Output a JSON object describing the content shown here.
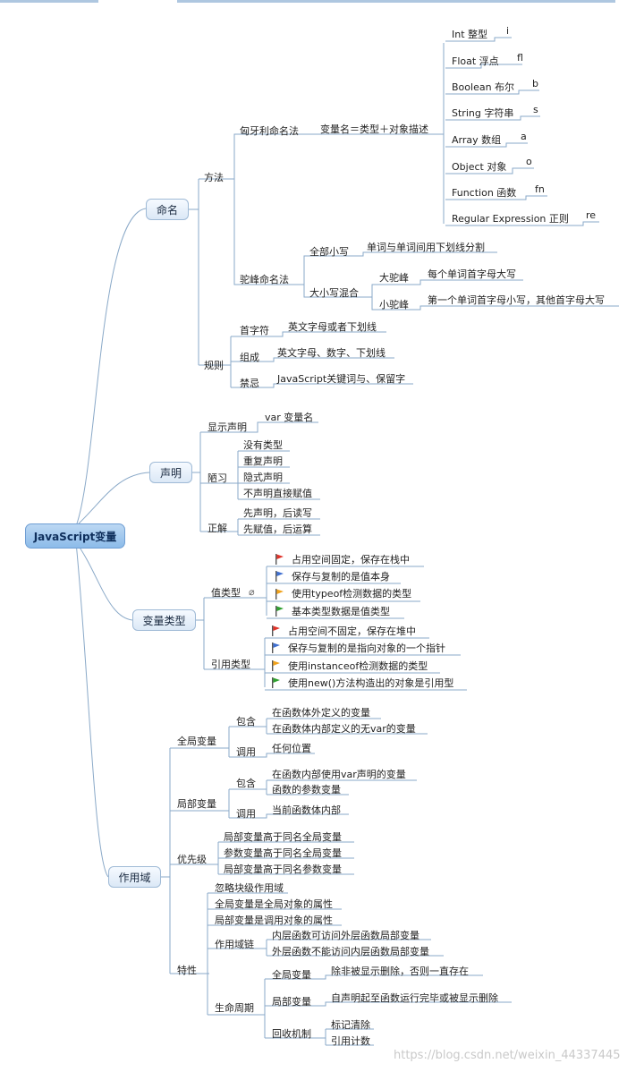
{
  "root": "JavaScript变量",
  "naming": {
    "label": "命名",
    "method": "方法",
    "hungarian": "匈牙利命名法",
    "var_formula": "变量名＝类型＋对象描述",
    "types": [
      {
        "name": "Int 整型",
        "abbr": "i"
      },
      {
        "name": "Float 浮点",
        "abbr": "fl"
      },
      {
        "name": "Boolean 布尔",
        "abbr": "b"
      },
      {
        "name": "String 字符串",
        "abbr": "s"
      },
      {
        "name": "Array 数组",
        "abbr": "a"
      },
      {
        "name": "Object 对象",
        "abbr": "o"
      },
      {
        "name": "Function 函数",
        "abbr": "fn"
      },
      {
        "name": "Regular Expression 正则",
        "abbr": "re"
      }
    ],
    "camel": "驼峰命名法",
    "lowercase": "全部小写",
    "lowercase_desc": "单词与单词间用下划线分割",
    "mixed": "大小写混合",
    "upper_camel": "大驼峰",
    "upper_camel_desc": "每个单词首字母大写",
    "lower_camel": "小驼峰",
    "lower_camel_desc": "第一个单词首字母小写，其他首字母大写",
    "rules": "规则",
    "first_char": "首字符",
    "first_char_desc": "英文字母或者下划线",
    "compose": "组成",
    "compose_desc": "英文字母、数字、下划线",
    "forbid": "禁忌",
    "forbid_desc": "JavaScript关键词与、保留字"
  },
  "declare": {
    "label": "声明",
    "explicit": "显示声明",
    "explicit_desc": "var 变量名",
    "bad": "陋习",
    "bad_items": [
      "没有类型",
      "重复声明",
      "隐式声明",
      "不声明直接赋值"
    ],
    "good": "正解",
    "good_items": [
      "先声明，后读写",
      "先赋值，后运算"
    ]
  },
  "vtype": {
    "label": "变量类型",
    "value": "值类型",
    "value_items": [
      "占用空间固定，保存在栈中",
      "保存与复制的是值本身",
      "使用typeof检测数据的类型",
      "基本类型数据是值类型"
    ],
    "ref": "引用类型",
    "ref_items": [
      "占用空间不固定，保存在堆中",
      "保存与复制的是指向对象的一个指针",
      "使用instanceof检测数据的类型",
      "使用new()方法构造出的对象是引用型"
    ],
    "flag_colors": [
      "#e0332a",
      "#3f6fd0",
      "#f0a21b",
      "#2fa02f"
    ]
  },
  "scope": {
    "label": "作用域",
    "global": "全局变量",
    "contain": "包含",
    "global_contain": [
      "在函数体外定义的变量",
      "在函数体内部定义的无var的变量"
    ],
    "call": "调用",
    "global_call": "任何位置",
    "local": "局部变量",
    "local_contain": [
      "在函数内部使用var声明的变量",
      "函数的参数变量"
    ],
    "local_call": "当前函数体内部",
    "priority": "优先级",
    "priority_items": [
      "局部变量高于同名全局变量",
      "参数变量高于同名全局变量",
      "局部变量高于同名参数变量"
    ],
    "feature": "特性",
    "feature_items": [
      "忽略块级作用域",
      "全局变量是全局对象的属性",
      "局部变量是调用对象的属性"
    ],
    "chain": "作用域链",
    "chain_items": [
      "内层函数可访问外层函数局部变量",
      "外层函数不能访问内层函数局部变量"
    ],
    "lifecycle": "生命周期",
    "lc_global": "全局变量",
    "lc_global_desc": "除非被显示删除，否则一直存在",
    "lc_local": "局部变量",
    "lc_local_desc": "自声明起至函数运行完毕或被显示删除",
    "gc": "回收机制",
    "gc_items": [
      "标记清除",
      "引用计数"
    ]
  },
  "watermark": "https://blog.csdn.net/weixin_44337445"
}
